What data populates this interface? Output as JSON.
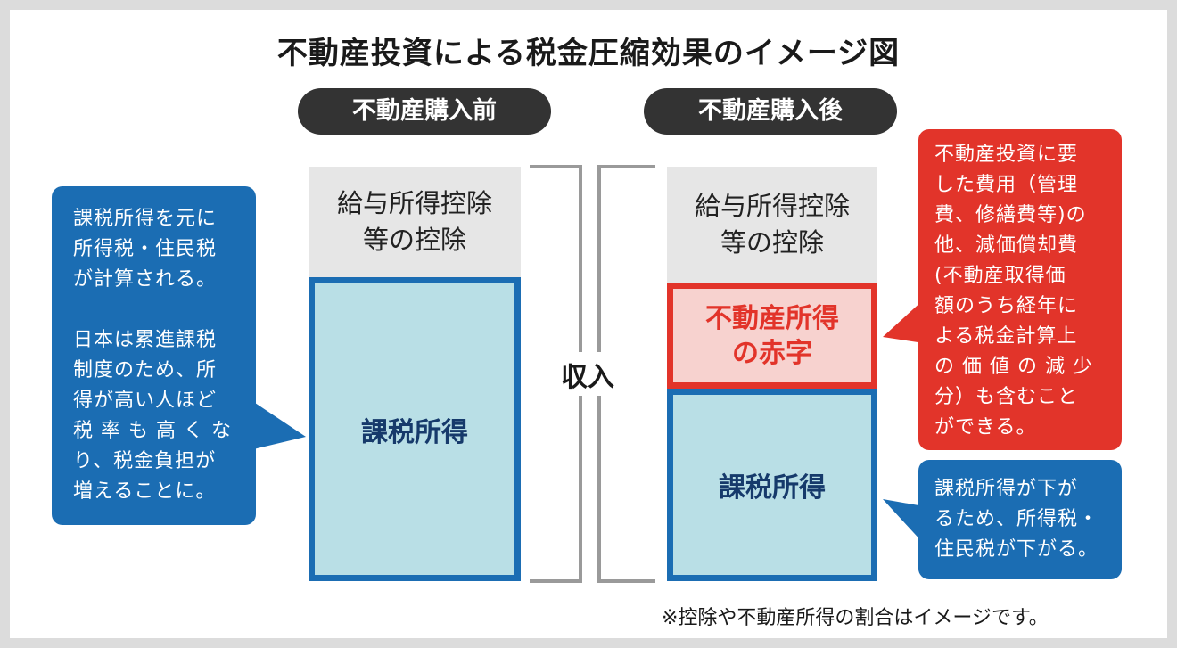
{
  "title": "不動産投資による税金圧縮効果のイメージ図",
  "before": {
    "header": "不動産購入前",
    "deduction": "給与所得控除\n等の控除",
    "taxable": "課税所得"
  },
  "after": {
    "header": "不動産購入後",
    "deduction": "給与所得控除\n等の控除",
    "deficit": "不動産所得\nの赤字",
    "taxable": "課税所得"
  },
  "income_label": "収入",
  "left_bubble": "課税所得を元に\n所得税・住民税\nが計算される。\n\n日本は累進課税\n制度のため、所\n得が高い人ほど\n税 率 も 高 く な\nり、税金負担が\n増えることに。",
  "right_top_bubble": "不動産投資に要\nした費用（管理\n費、修繕費等)の\n他、減価償却費\n(不動産取得価\n額のうち経年に\nよる税金計算上\nの 価 値 の 減 少\n分）も含むこと\nができる。",
  "right_bottom_bubble": "課税所得が下が\nるため、所得税・\n住民税が下がる。",
  "note": "※控除や不動産所得の割合はイメージです。",
  "colors": {
    "blue": "#1b6db3",
    "red": "#e2342a",
    "light_blue": "#b9dfe6",
    "light_red": "#f7d2cf",
    "gray": "#e6e6e6",
    "dark": "#333333"
  }
}
